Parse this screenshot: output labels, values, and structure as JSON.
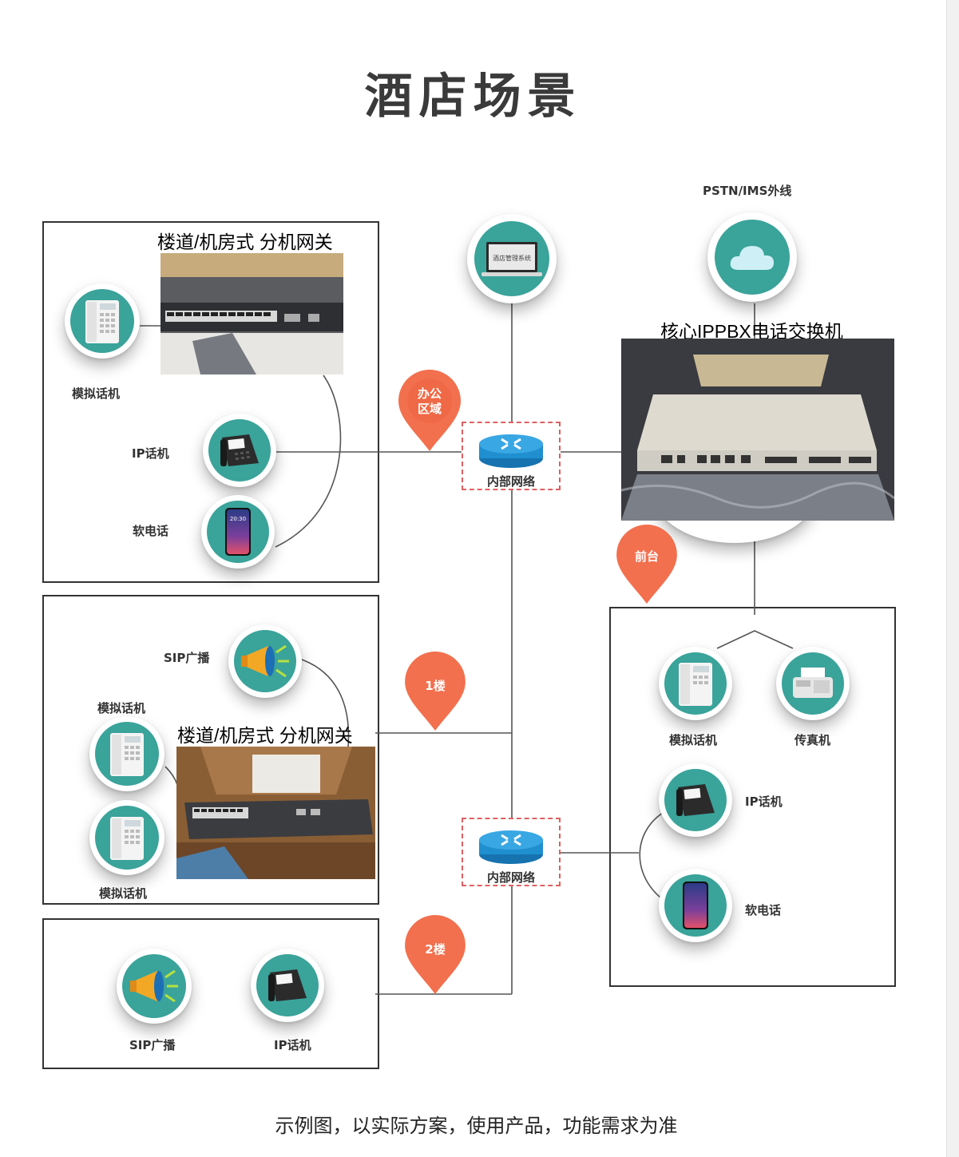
{
  "page": {
    "title": "酒店场景",
    "footer_note": "示例图，以实际方案，使用产品，功能需求为准"
  },
  "labels": {
    "pstn": "PSTN/IMS外线",
    "gateway_caption_1": "楼道/机房式 分机网关",
    "gateway_caption_2": "楼道/机房式 分机网关",
    "ippbx_caption": "核心IPPBX电话交换机",
    "mgmt_screen": "酒店管理系统",
    "office_analog": "模拟话机",
    "office_ip": "IP话机",
    "office_soft": "软电话",
    "f1_sip": "SIP广播",
    "f1_analog_top": "模拟话机",
    "f1_analog_bottom": "模拟话机",
    "f2_sip": "SIP广播",
    "f2_ip": "IP话机",
    "fd_analog": "模拟话机",
    "fd_fax": "传真机",
    "fd_ip": "IP话机",
    "fd_soft": "软电话",
    "router_1": "内部网络",
    "router_2": "内部网络",
    "phone_time": "20:30"
  },
  "pins": {
    "office": [
      "办公",
      "区域"
    ],
    "floor1": "1楼",
    "floor2": "2楼",
    "frontdesk": "前台"
  },
  "colors": {
    "teal": "#3aa39a",
    "pin": "#f2704e",
    "router_blue": "#1f8fd0",
    "line": "#555555"
  }
}
